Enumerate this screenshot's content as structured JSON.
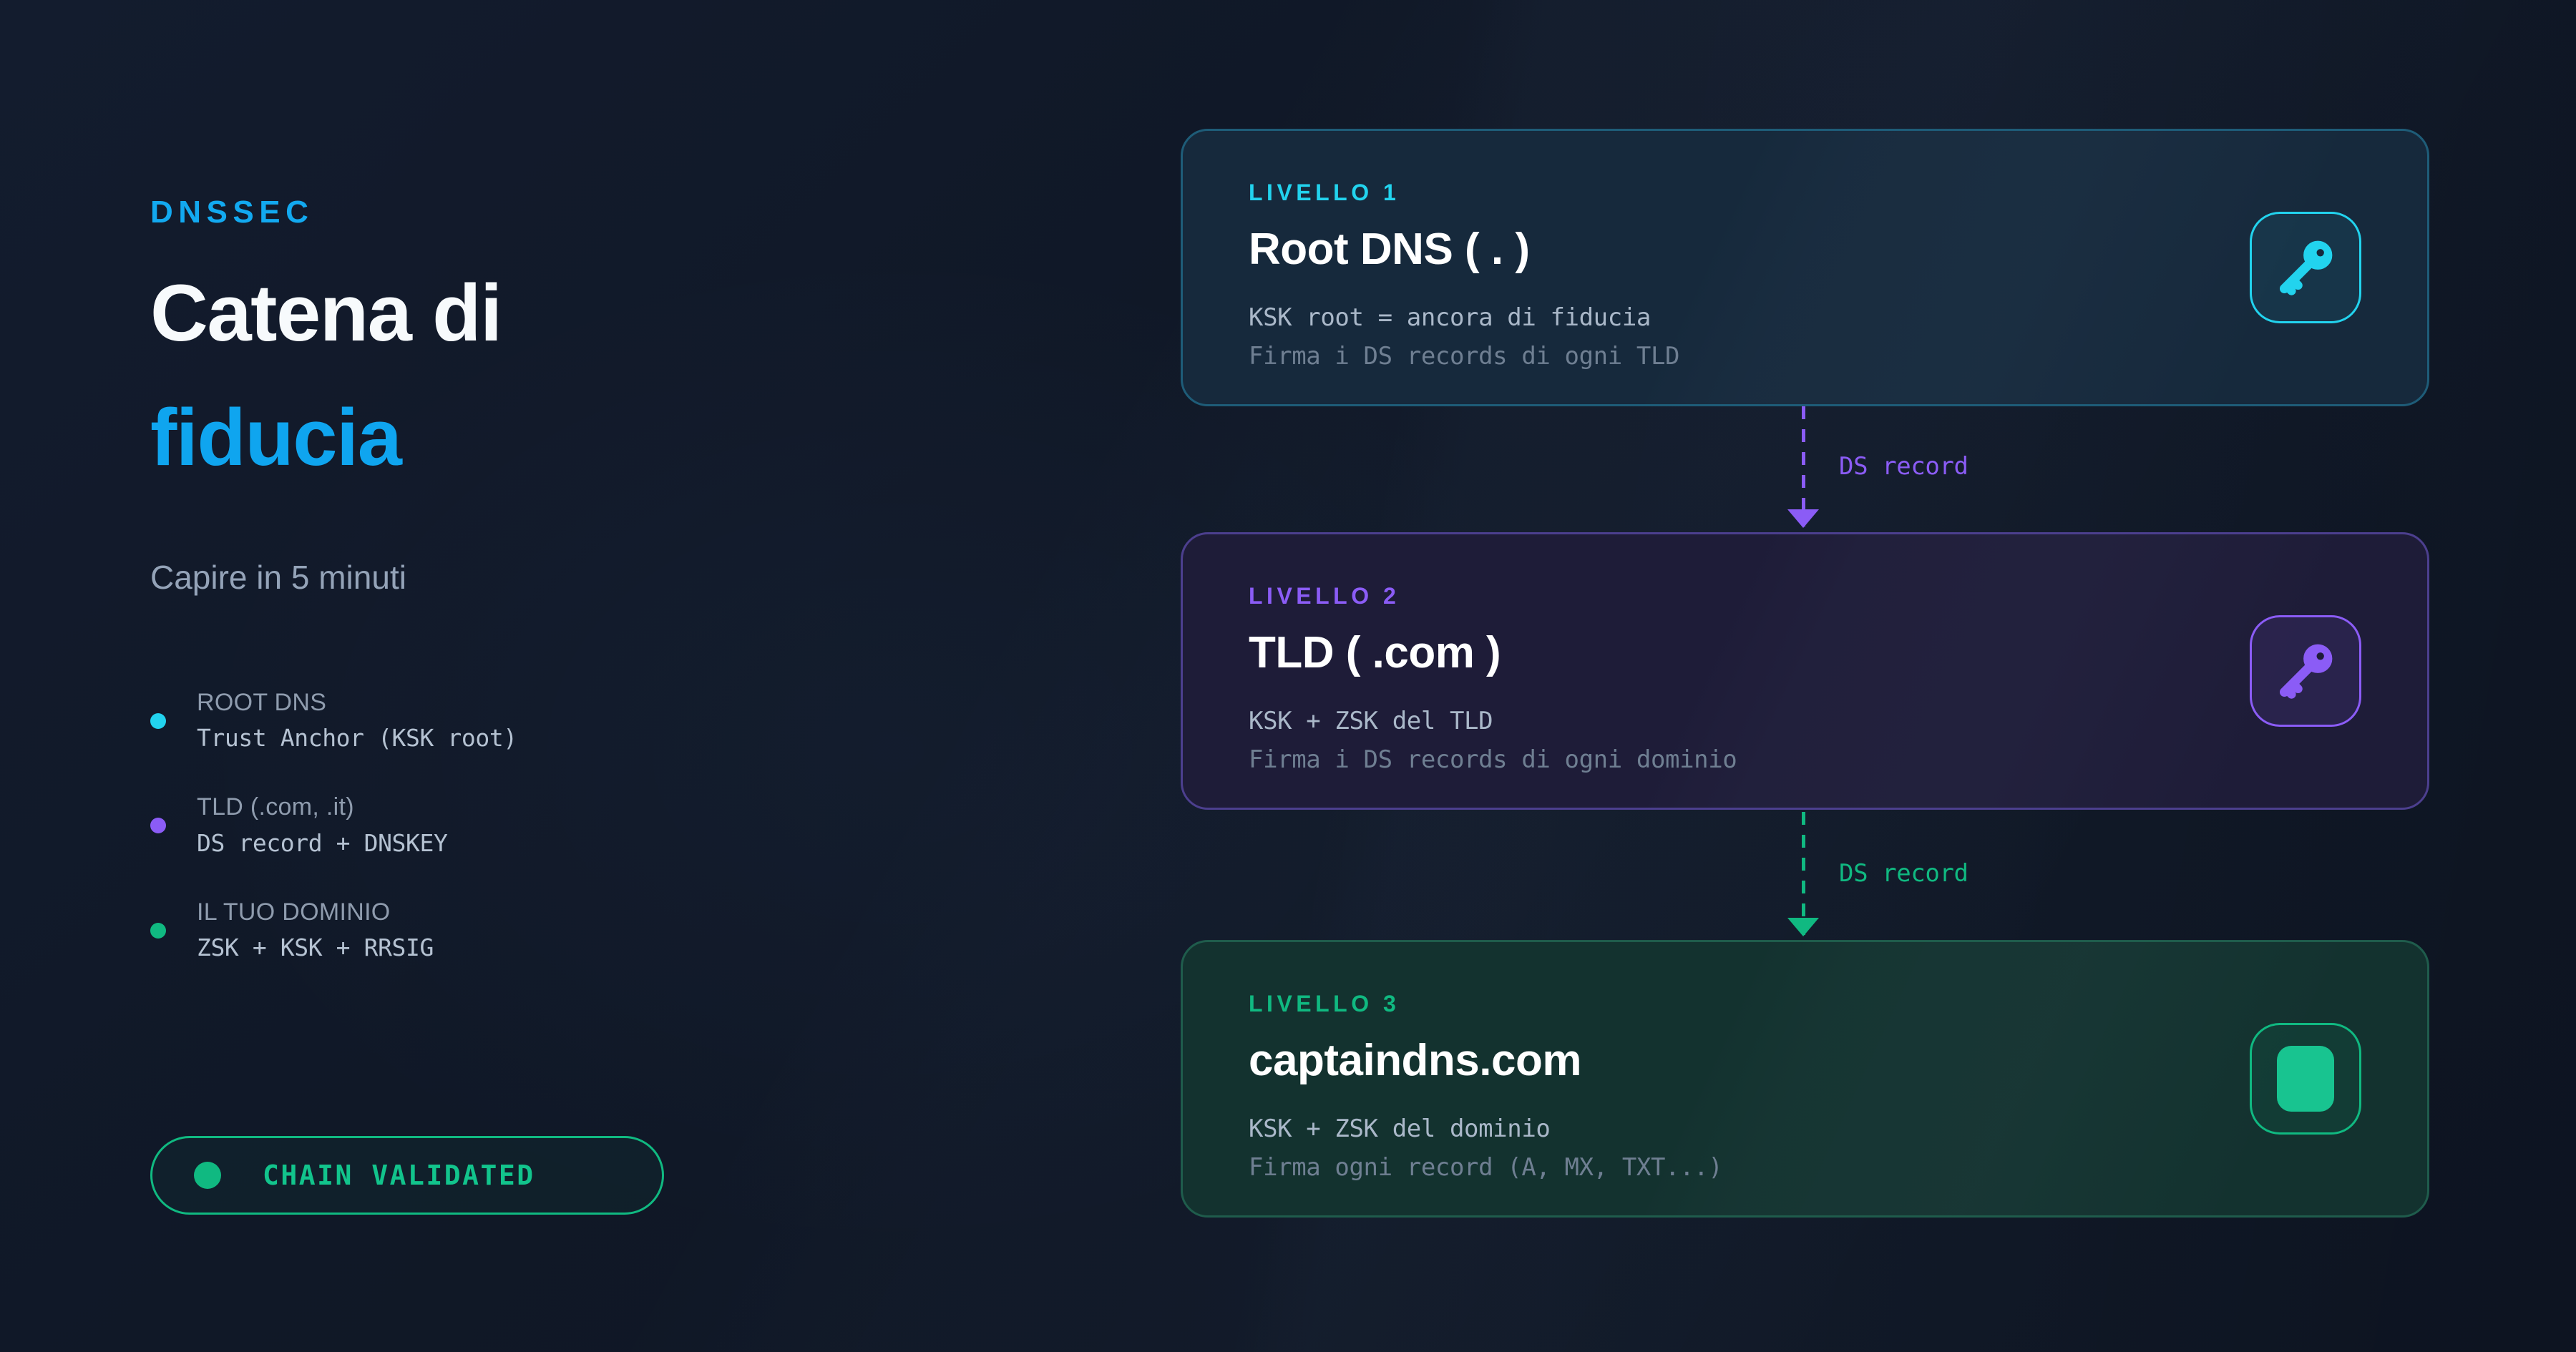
{
  "hero": {
    "eyebrow": "DNSSEC",
    "headline_line1": "Catena di",
    "headline_line2": "fiducia",
    "subhead": "Capire in 5 minuti"
  },
  "bullets": [
    {
      "title": "ROOT DNS",
      "sub": "Trust Anchor (KSK root)",
      "dot_color": "#22d3ee"
    },
    {
      "title": "TLD (.com, .it)",
      "sub": "DS record + DNSKEY",
      "dot_color": "#8b5cf6"
    },
    {
      "title": "IL TUO DOMINIO",
      "sub": "ZSK + KSK + RRSIG",
      "dot_color": "#10b981"
    }
  ],
  "status": {
    "label": "CHAIN VALIDATED",
    "color": "#10b981",
    "dot_icon": "status-dot-icon"
  },
  "cards": [
    {
      "level": "LIVELLO 1",
      "title": "Root DNS ( . )",
      "line1": "KSK root = ancora di fiducia",
      "line2": "Firma i DS records di ogni TLD",
      "accent": "#22d3ee",
      "icon": "key-icon"
    },
    {
      "level": "LIVELLO 2",
      "title": "TLD ( .com )",
      "line1": "KSK + ZSK del TLD",
      "line2": "Firma i DS records di ogni dominio",
      "accent": "#8b5cf6",
      "icon": "key-icon"
    },
    {
      "level": "LIVELLO 3",
      "title": "captaindns.com",
      "line1": "KSK + ZSK del dominio",
      "line2": "Firma ogni record (A, MX, TXT...)",
      "accent": "#10b981",
      "icon": "globe-block-icon"
    }
  ],
  "connectors": [
    {
      "label": "DS record",
      "color": "#8b5cf6"
    },
    {
      "label": "DS record",
      "color": "#10b981"
    }
  ]
}
